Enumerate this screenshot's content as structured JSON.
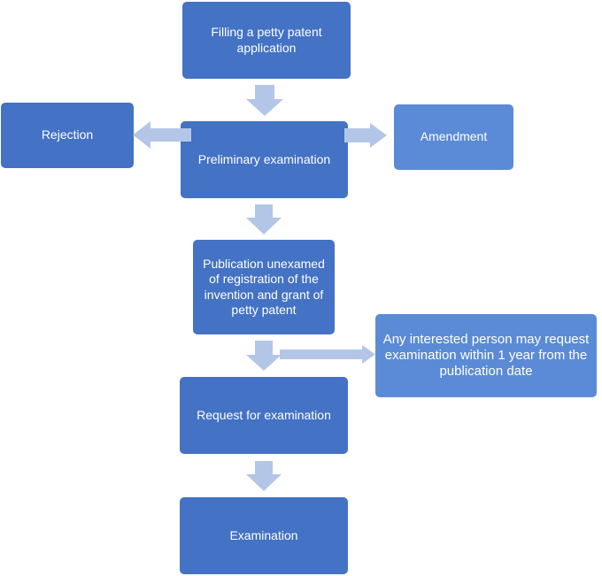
{
  "nodes": {
    "filing": "Filling a petty patent application",
    "rejection": "Rejection",
    "preliminary": "Preliminary examination",
    "amendment": "Amendment",
    "publication": "Publication unexamed of registration of the invention and grant of petty patent",
    "interested": "Any interested person may request examination within 1 year from the publication date",
    "request": "Request for examination",
    "examination": "Examination"
  },
  "colors": {
    "main_box": "#4472c4",
    "side_box": "#5b8bd6",
    "arrow": "#b4c6e7",
    "text": "#ffffff"
  }
}
